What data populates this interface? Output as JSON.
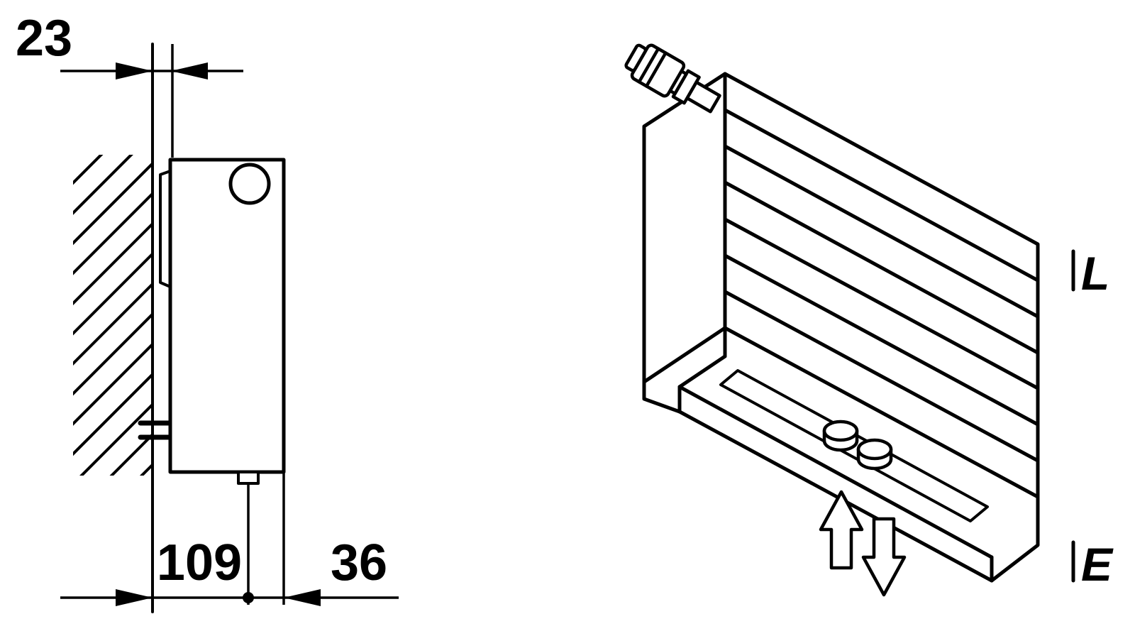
{
  "side_view": {
    "dim_wall_clearance": "23",
    "dim_pipe_center": "109",
    "dim_front_face": "36"
  },
  "iso_view": {
    "label_top": "L",
    "label_bottom": "E"
  },
  "colors": {
    "line": "#000000",
    "background": "#ffffff"
  }
}
